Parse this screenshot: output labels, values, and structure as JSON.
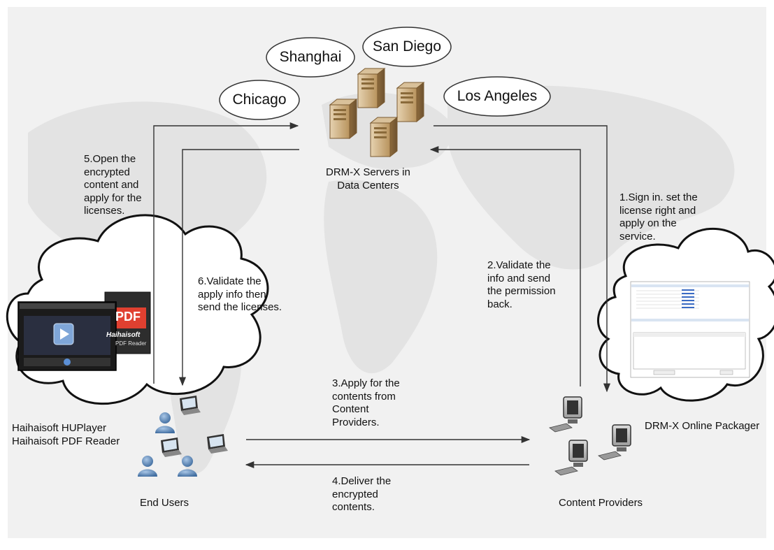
{
  "cities": [
    "Shanghai",
    "San Diego",
    "Chicago",
    "Los Angeles"
  ],
  "nodes": {
    "servers": "DRM-X Servers in\nData Centers",
    "end_users": "End Users",
    "content_providers": "Content Providers",
    "players": "Haihaisoft HUPlayer\nHaihaisoft PDF Reader",
    "packager": "DRM-X Online Packager"
  },
  "steps": [
    "1.Sign in. set the\nlicense right and\napply on the\nservice.",
    "2.Validate the\ninfo and send\nthe permission\nback.",
    "3.Apply for the\ncontents from\nContent\nProviders.",
    "4.Deliver the\nencrypted\ncontents.",
    "5.Open the\nencrypted\ncontent and\napply for the\nlicenses.",
    "6.Validate the\napply info then\nsend the licenses."
  ],
  "player_panel": {
    "pdf_badge": "PDF",
    "pdf_brand": "Haihaisoft",
    "pdf_subtitle": "PDF Reader"
  },
  "colors": {
    "arrow": "#333333",
    "server_body": "#c8a878",
    "computer_body": "#bfbfbf",
    "user_head": "#5a86b6"
  }
}
